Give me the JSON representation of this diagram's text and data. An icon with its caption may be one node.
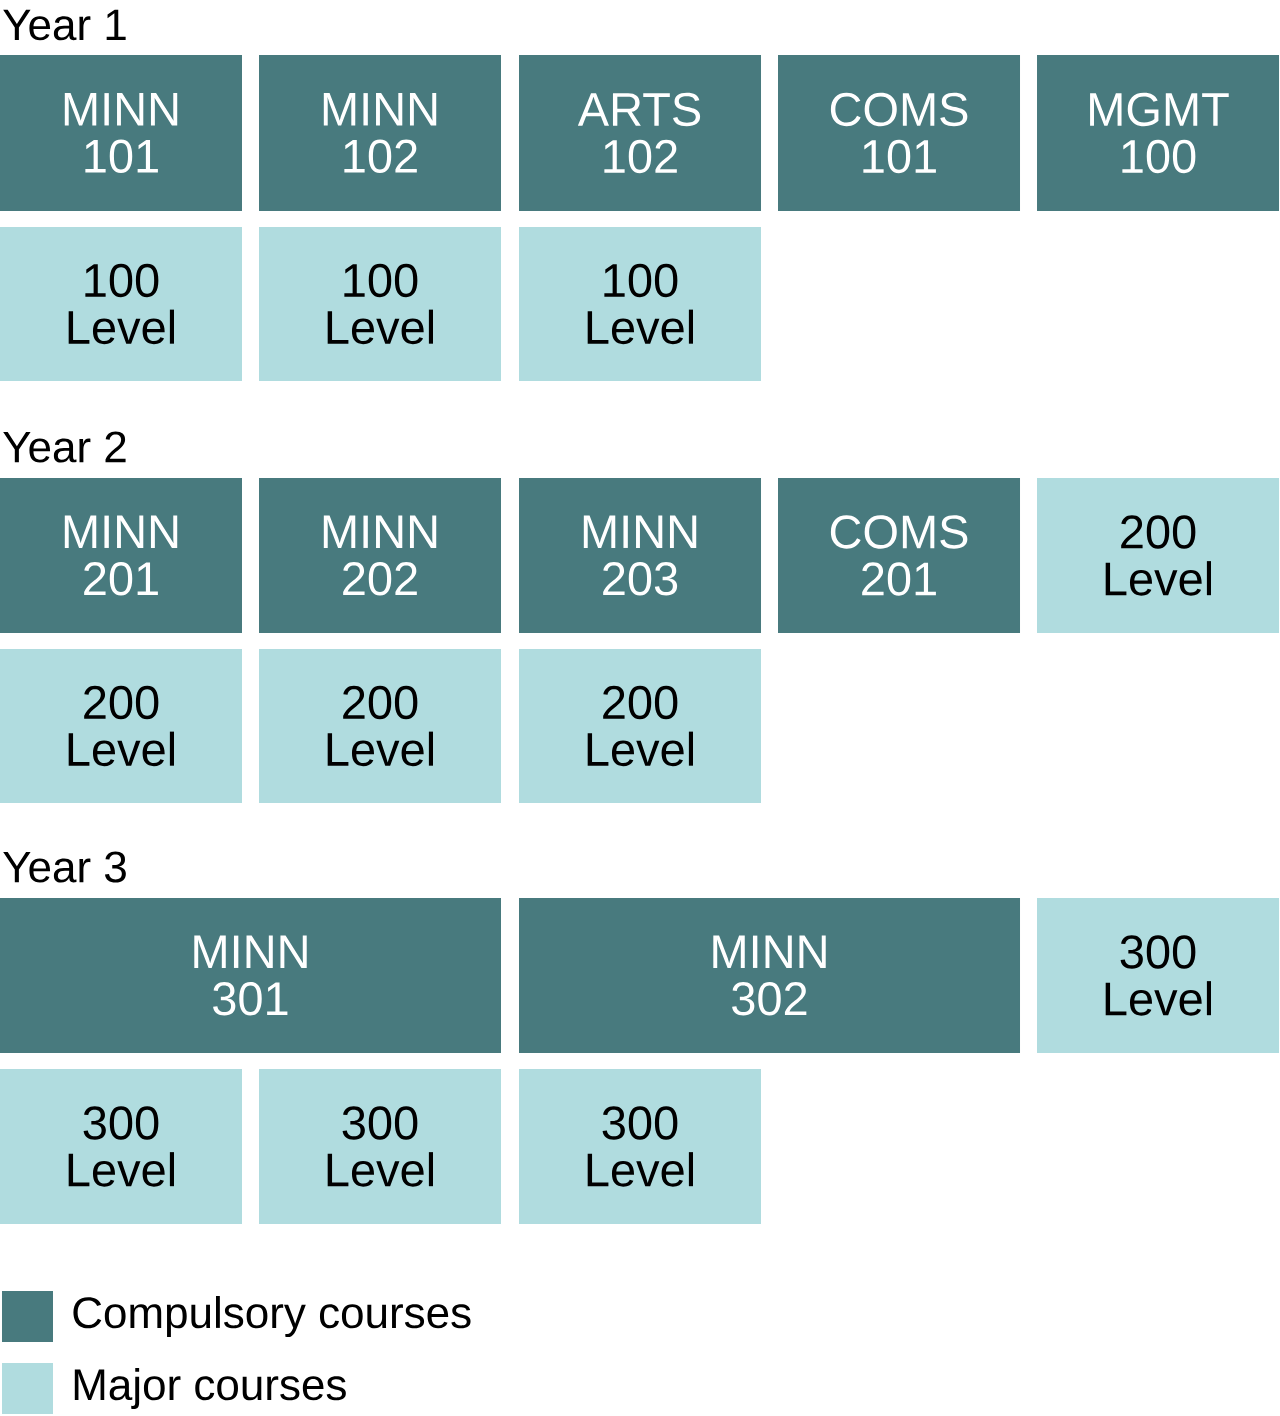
{
  "diagram": {
    "nodes": [
      {
        "text": [
          "MINN 101"
        ]
      },
      {
        "text": [
          "MINN 102"
        ]
      },
      {
        "text": [
          "ARTS 102"
        ]
      },
      {
        "text": [
          "COMS 101"
        ]
      },
      {
        "text": [
          "MGMT 100"
        ]
      },
      {
        "text": [
          "100 Level"
        ]
      },
      {
        "text": [
          "100 Level"
        ]
      },
      {
        "text": [
          "100 Level"
        ]
      },
      {
        "text": [
          "MINN 201"
        ]
      },
      {
        "text": [
          "MINN 202"
        ]
      },
      {
        "text": [
          "MINN 203"
        ]
      },
      {
        "text": [
          "COMS 201"
        ]
      },
      {
        "text": [
          "200 Level"
        ]
      },
      {
        "text": [
          "200 Level"
        ]
      },
      {
        "text": [
          "200 Level"
        ]
      },
      {
        "text": [
          "200 Level"
        ]
      },
      {
        "text": [
          "MINN 301"
        ]
      },
      {
        "text": [
          "MINN 302"
        ]
      },
      {
        "text": [
          "300 Level"
        ]
      },
      {
        "text": [
          "300 Level"
        ]
      },
      {
        "text": [
          "300 Level"
        ]
      },
      {
        "text": [
          "300 Level"
        ]
      }
    ],
    "labels": [
      "Year 1",
      "Year 2",
      "Year 3"
    ],
    "legend": [
      {
        "text": "Compulsory courses",
        "color": "#487a7e"
      },
      {
        "text": "Major courses",
        "color": "#b0dcdf"
      }
    ]
  }
}
